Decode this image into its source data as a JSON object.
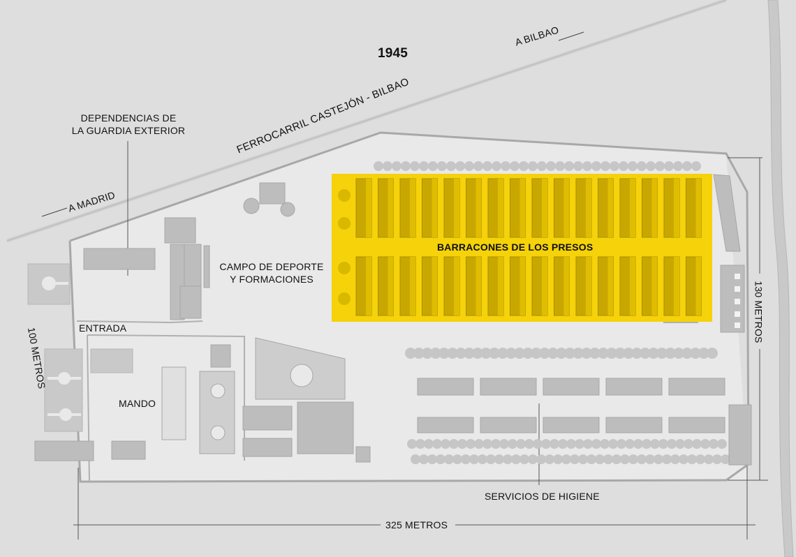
{
  "title": "1945",
  "labels": {
    "a_bilbao": "A BILBAO",
    "a_madrid": "A MADRID",
    "ferrocarril": "FERROCARRIL CASTEJÓN - BILBAO",
    "guardia_line1": "DEPENDENCIAS DE",
    "guardia_line2": "LA GUARDIA EXTERIOR",
    "campo_line1": "CAMPO DE DEPORTE",
    "campo_line2": "Y FORMACIONES",
    "barracones": "BARRACONES DE LOS PRESOS",
    "entrada": "ENTRADA",
    "mando": "MANDO",
    "higiene": "SERVICIOS DE HIGIENE",
    "dim_width": "325 METROS",
    "dim_left": "100 METROS",
    "dim_right": "130 METROS"
  },
  "colors": {
    "highlight": "#f5d20a",
    "background": "#dedede",
    "building": "#bdbdbd",
    "tree": "#c6c6c6"
  }
}
